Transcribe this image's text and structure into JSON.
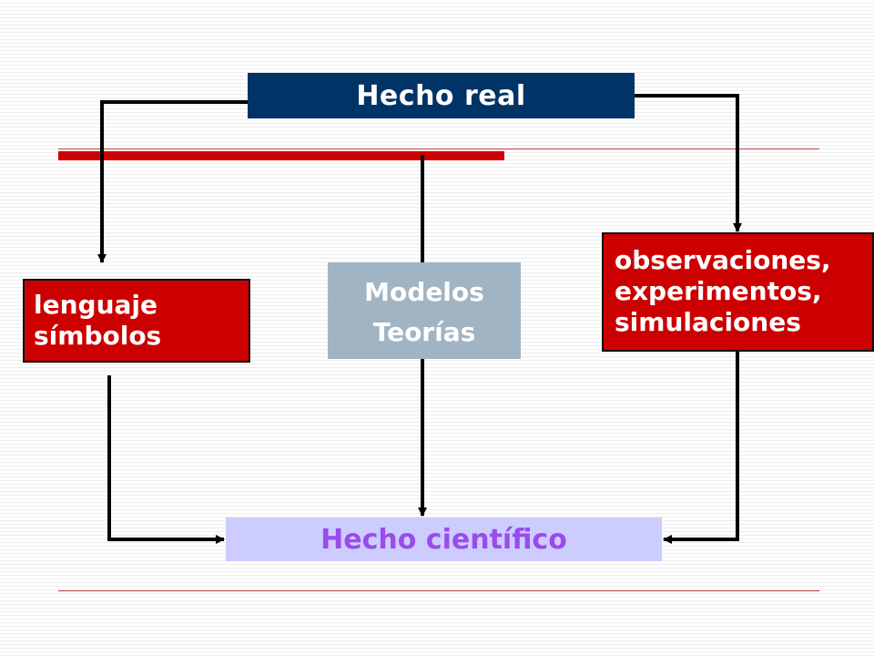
{
  "nodes": {
    "hecho_real": "Hecho real",
    "lenguaje": [
      "lenguaje",
      "símbolos"
    ],
    "modelos": [
      "Modelos",
      "Teorías"
    ],
    "observaciones": [
      "observaciones,",
      "experimentos,",
      "simulaciones"
    ],
    "hecho_cientifico": "Hecho científico"
  },
  "colors": {
    "hecho_real_bg": "#003466",
    "red_box_bg": "#cc0000",
    "modelos_bg": "#a0b4c4",
    "hecho_cientifico_bg": "#ccccff",
    "hecho_cientifico_text": "#9a4bea",
    "accent_rule": "#cc0000"
  }
}
